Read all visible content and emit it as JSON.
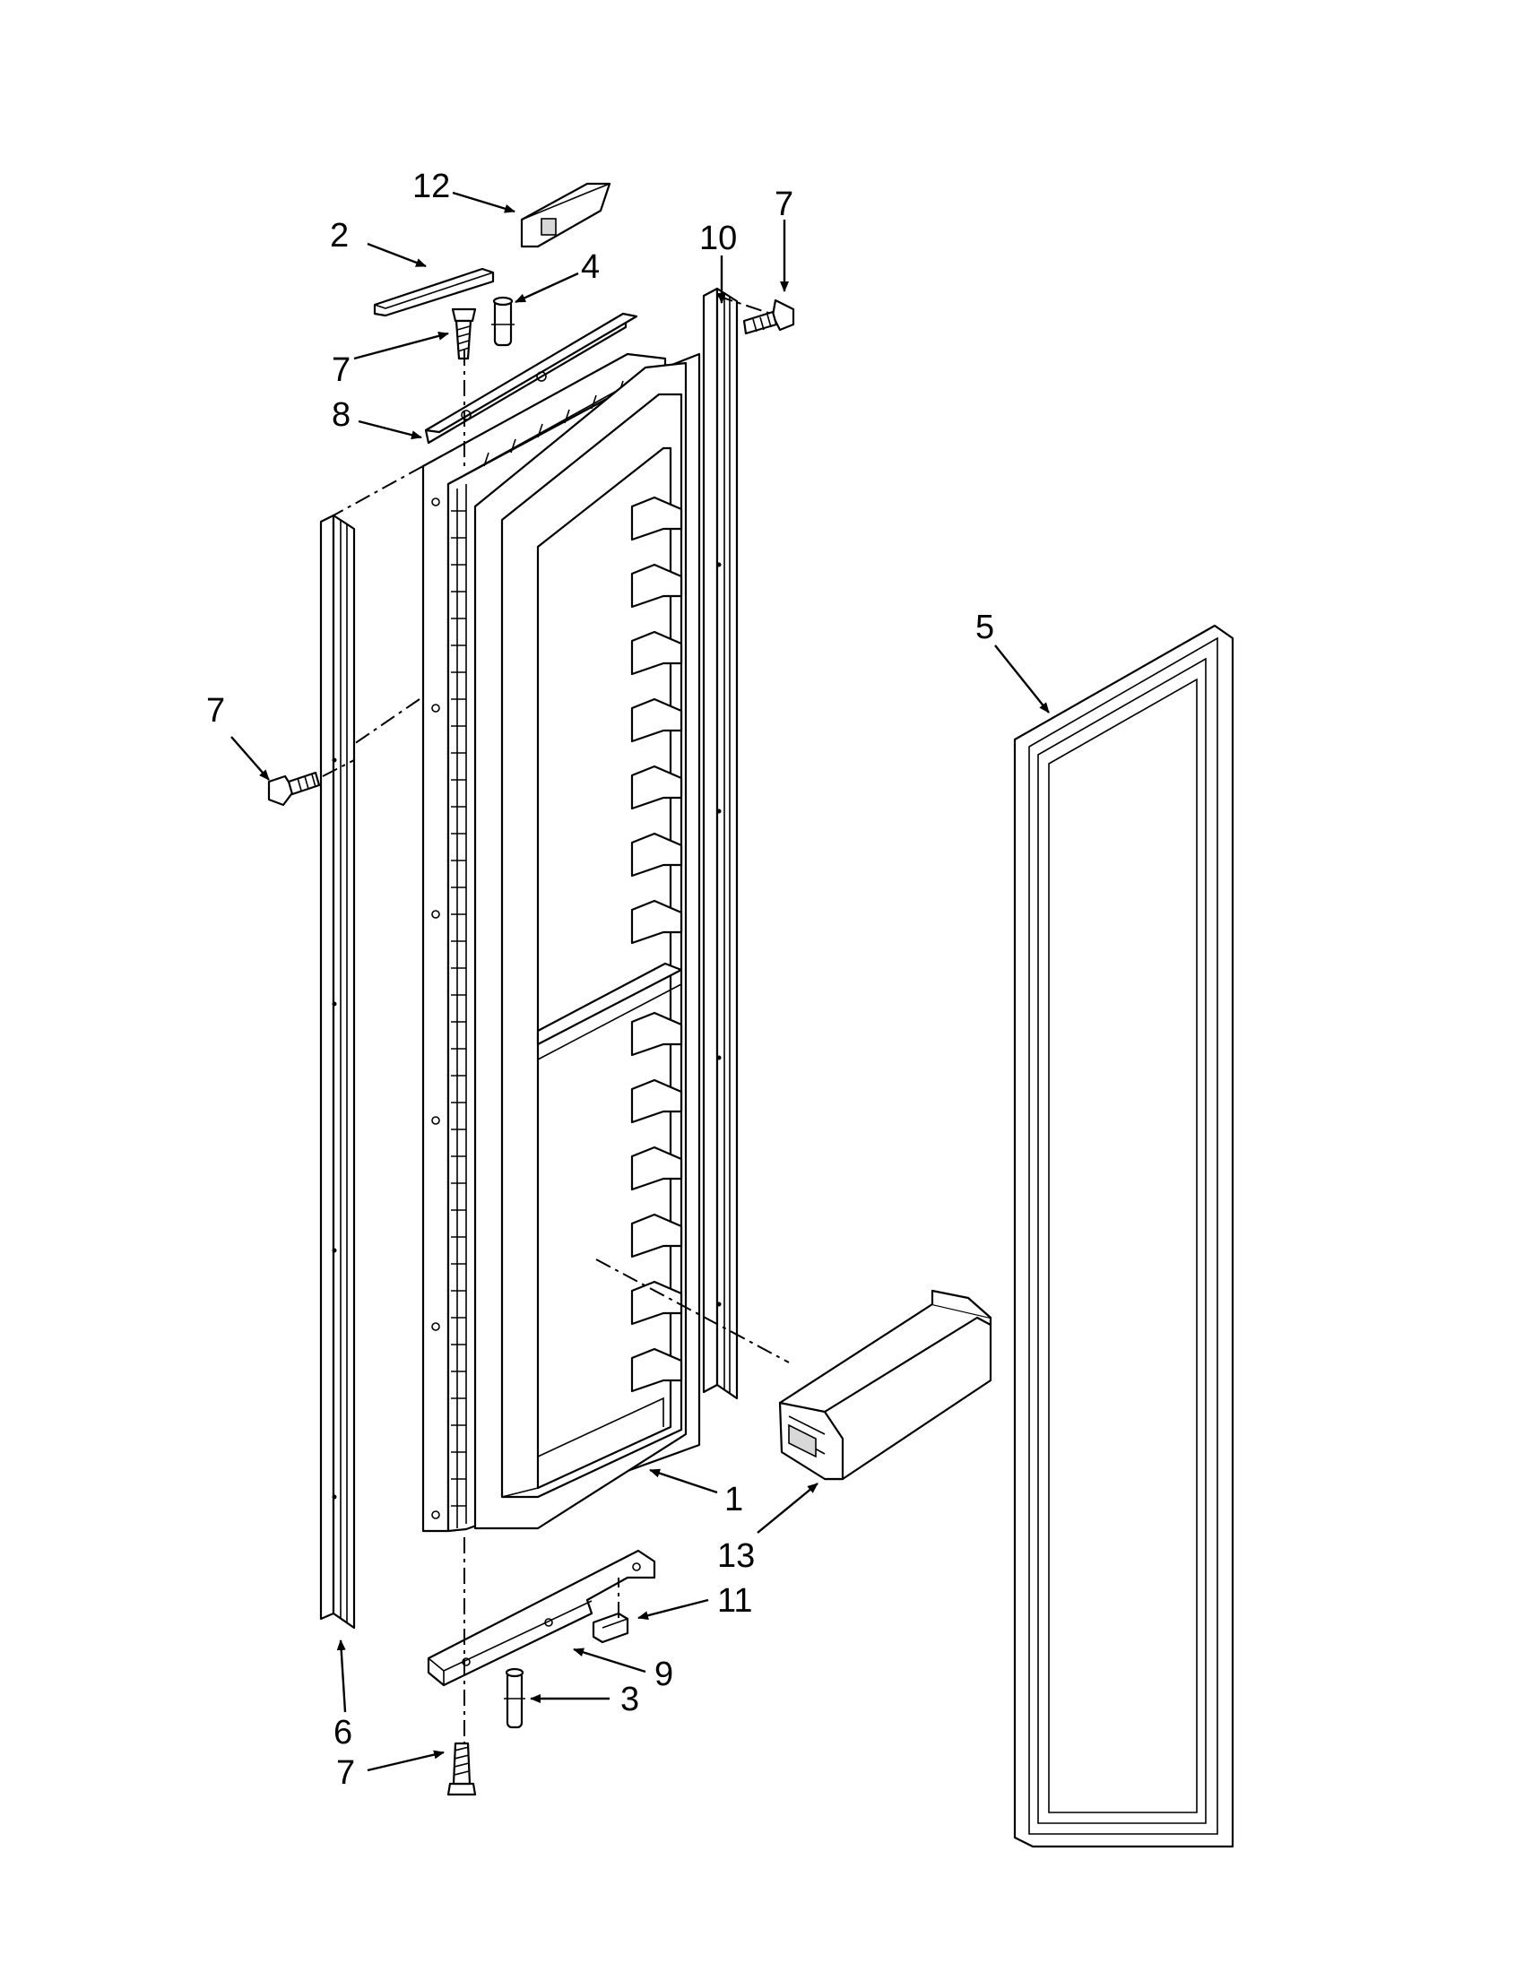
{
  "callouts": {
    "c1": "1",
    "c2": "2",
    "c3": "3",
    "c4": "4",
    "c5": "5",
    "c6": "6",
    "c7a": "7",
    "c7b": "7",
    "c7c": "7",
    "c7d": "7",
    "c8": "8",
    "c9": "9",
    "c10": "10",
    "c11": "11",
    "c12": "12",
    "c13": "13"
  },
  "colors": {
    "line": "#000000",
    "background": "#ffffff"
  }
}
